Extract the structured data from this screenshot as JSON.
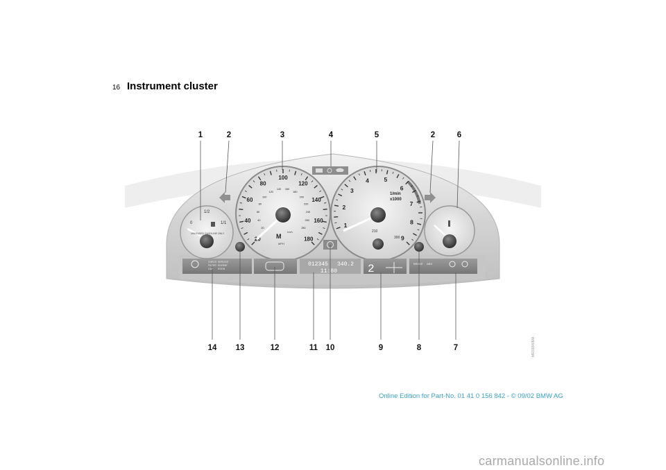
{
  "header": {
    "page_number": "16",
    "title": "Instrument cluster"
  },
  "callouts_top": [
    "1",
    "2",
    "3",
    "4",
    "5",
    "2",
    "6"
  ],
  "callouts_bottom": [
    "14",
    "13",
    "12",
    "11",
    "10",
    "9",
    "8",
    "7"
  ],
  "gauges": {
    "fuel_marks": [
      "0",
      "1/2",
      "1/1"
    ],
    "fuel_label": "UNLEADED GASOLINE ONLY",
    "speed_mph": [
      "20",
      "40",
      "60",
      "80",
      "100",
      "120",
      "140",
      "160",
      "180"
    ],
    "speed_kmh": [
      "20",
      "40",
      "60",
      "80",
      "100",
      "120",
      "140",
      "160",
      "180",
      "200",
      "220",
      "240",
      "260",
      "280"
    ],
    "speed_unit_mph": "MPH",
    "speed_unit_kmh": "km/h",
    "brand": "M",
    "tach_numbers": [
      "1",
      "2",
      "3",
      "4",
      "5",
      "6",
      "7",
      "8",
      "9"
    ],
    "tach_unit_1": "1/min",
    "tach_unit_2": "x1000",
    "tach_econ": [
      "210",
      "300"
    ]
  },
  "displays": {
    "left_lines": [
      "CHECK",
      "FILTER",
      "CAP",
      "SERVICE",
      "ENGINE",
      "SOON"
    ],
    "odometer": "012345",
    "trip": "340.2",
    "clock": "11:80",
    "gear": "2",
    "warning_labels": [
      "BRAKE",
      "ABS"
    ]
  },
  "footer": "Online Edition for Part-No. 01 41 0 156 842 - © 09/02 BMW AG",
  "code": "MR03840MA",
  "watermark": "carmanualsonline.info",
  "colors": {
    "footer_text": "#3aa0c8",
    "cluster_gray": "#d9d9d9",
    "needle": "#ffffff"
  }
}
